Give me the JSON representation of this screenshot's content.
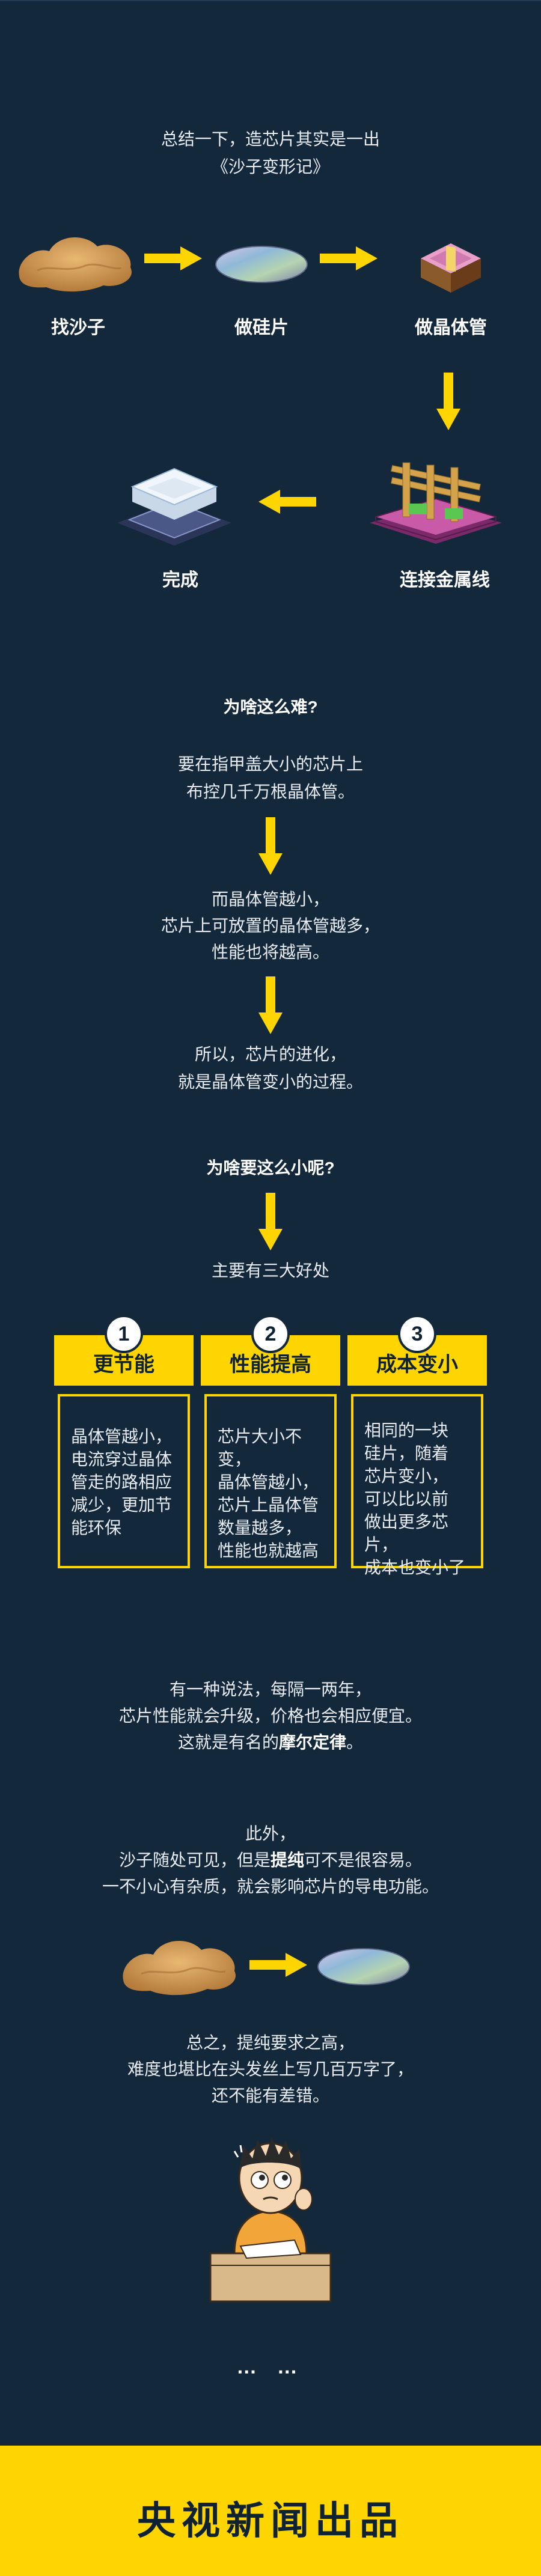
{
  "intro": {
    "line1": "总结一下，造芯片其实是一出",
    "line2": "《沙子变形记》"
  },
  "process": {
    "sand": "找沙子",
    "wafer": "做硅片",
    "transistor": "做晶体管",
    "wiring": "连接金属线",
    "done": "完成"
  },
  "why_hard": {
    "title": "为啥这么难?",
    "p1": [
      "要在指甲盖大小的芯片上",
      "布控几千万根晶体管。"
    ],
    "p2": [
      "而晶体管越小，",
      "芯片上可放置的晶体管越多，",
      "性能也将越高。"
    ],
    "p3": [
      "所以，芯片的进化，",
      "就是晶体管变小的过程。"
    ]
  },
  "why_small": {
    "title": "为啥要这么小呢?",
    "subtitle": "主要有三大好处"
  },
  "benefits": [
    {
      "num": "1",
      "title": "更节能",
      "lines": [
        "晶体管越小，",
        "电流穿过晶体",
        "管走的路相应",
        "减少，更加节",
        "能环保"
      ]
    },
    {
      "num": "2",
      "title": "性能提高",
      "lines": [
        "芯片大小不变，",
        "晶体管越小，",
        "芯片上晶体管",
        "数量越多，",
        "性能也就越高"
      ]
    },
    {
      "num": "3",
      "title": "成本变小",
      "lines": [
        "相同的一块",
        "硅片，随着",
        "芯片变小，",
        "可以比以前",
        "做出更多芯片，",
        "成本也变小了"
      ]
    }
  ],
  "moore": {
    "line1": "有一种说法，每隔一两年，",
    "line2": "芯片性能就会升级，价格也会相应便宜。",
    "line3_prefix": "这就是有名的",
    "line3_bold": "摩尔定律",
    "line3_suffix": "。"
  },
  "purify": {
    "line1": "此外，",
    "line2_prefix": "沙子随处可见，但是",
    "line2_bold": "提纯",
    "line2_suffix": "可不是很容易。",
    "line3": "一不小心有杂质，就会影响芯片的导电功能。"
  },
  "summary": {
    "line1": "总之，提纯要求之高，",
    "line2": "难度也堪比在头发丝上写几百万字了，",
    "line3": "还不能有差错。"
  },
  "ellipsis": "… …",
  "footer": {
    "brand": "央视新闻出品"
  },
  "colors": {
    "background": "#13283a",
    "accent": "#ffd500",
    "text": "#e9edf2"
  }
}
